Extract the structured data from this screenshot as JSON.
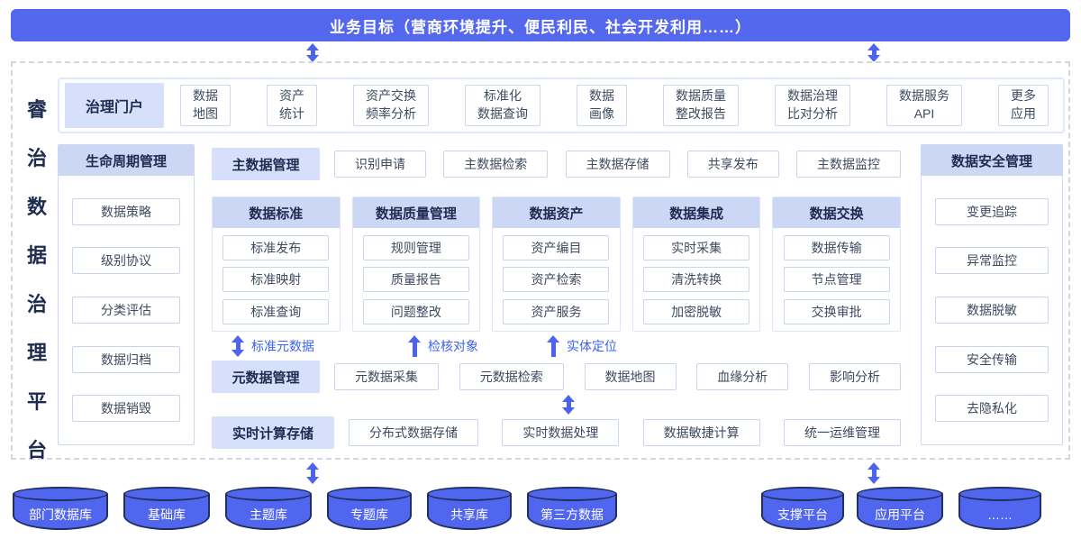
{
  "banner": {
    "label": "业务目标（营商环境提升、便民利民、社会开发利用……）"
  },
  "platform_title": {
    "label": "睿治数据治理平台",
    "chars": [
      "睿",
      "治",
      "数",
      "据",
      "治",
      "理",
      "平",
      "台"
    ]
  },
  "portal": {
    "label": "治理门户",
    "items": [
      {
        "line1": "数据",
        "line2": "地图"
      },
      {
        "line1": "资产",
        "line2": "统计"
      },
      {
        "line1": "资产交换",
        "line2": "频率分析"
      },
      {
        "line1": "标准化",
        "line2": "数据查询"
      },
      {
        "line1": "数据",
        "line2": "画像"
      },
      {
        "line1": "数据质量",
        "line2": "整改报告"
      },
      {
        "line1": "数据治理",
        "line2": "比对分析"
      },
      {
        "line1": "数据服务",
        "line2": "API"
      },
      {
        "line1": "更多",
        "line2": "应用"
      }
    ]
  },
  "lifecycle": {
    "label": "生命周期管理",
    "items": [
      "数据策略",
      "级别协议",
      "分类评估",
      "数据归档",
      "数据销毁"
    ]
  },
  "security": {
    "label": "数据安全管理",
    "items": [
      "变更追踪",
      "异常监控",
      "数据脱敏",
      "安全传输",
      "去隐私化"
    ]
  },
  "master_data": {
    "label": "主数据管理",
    "items": [
      "识别申请",
      "主数据检索",
      "主数据存储",
      "共享发布",
      "主数据监控"
    ]
  },
  "capability_columns": [
    {
      "label": "数据标准",
      "items": [
        "标准发布",
        "标准映射",
        "标准查询"
      ]
    },
    {
      "label": "数据质量管理",
      "items": [
        "规则管理",
        "质量报告",
        "问题整改"
      ]
    },
    {
      "label": "数据资产",
      "items": [
        "资产编目",
        "资产检索",
        "资产服务"
      ]
    },
    {
      "label": "数据集成",
      "items": [
        "实时采集",
        "清洗转换",
        "加密脱敏"
      ]
    },
    {
      "label": "数据交换",
      "items": [
        "数据传输",
        "节点管理",
        "交换审批"
      ]
    }
  ],
  "flow_labels": [
    {
      "label": "标准元数据",
      "arrow": "double"
    },
    {
      "label": "检核对象",
      "arrow": "up"
    },
    {
      "label": "实体定位",
      "arrow": "up"
    }
  ],
  "metadata": {
    "label": "元数据管理",
    "items": [
      "元数据采集",
      "元数据检索",
      "数据地图",
      "血缘分析",
      "影响分析"
    ]
  },
  "realtime": {
    "label": "实时计算存储",
    "items": [
      "分布式数据存储",
      "实时数据处理",
      "数据敏捷计算",
      "统一运维管理"
    ]
  },
  "datasources": {
    "left": [
      "部门数据库",
      "基础库",
      "主题库",
      "专题库",
      "共享库",
      "第三方数据"
    ],
    "right": [
      "支撑平台",
      "应用平台",
      "……"
    ]
  },
  "colors": {
    "primary_blue": "#5468ee",
    "arrow_blue": "#4c63ee",
    "flow_text_blue": "#3e61f4",
    "header_bg": "#ccd7f5",
    "row_label_bg": "#d6e0fa",
    "navy_text": "#1d2b50",
    "item_text": "#3e4a5f",
    "box_border": "#c8d4ee",
    "cylinder_fill": "#5166ee",
    "cylinder_outline": "#222f63"
  }
}
